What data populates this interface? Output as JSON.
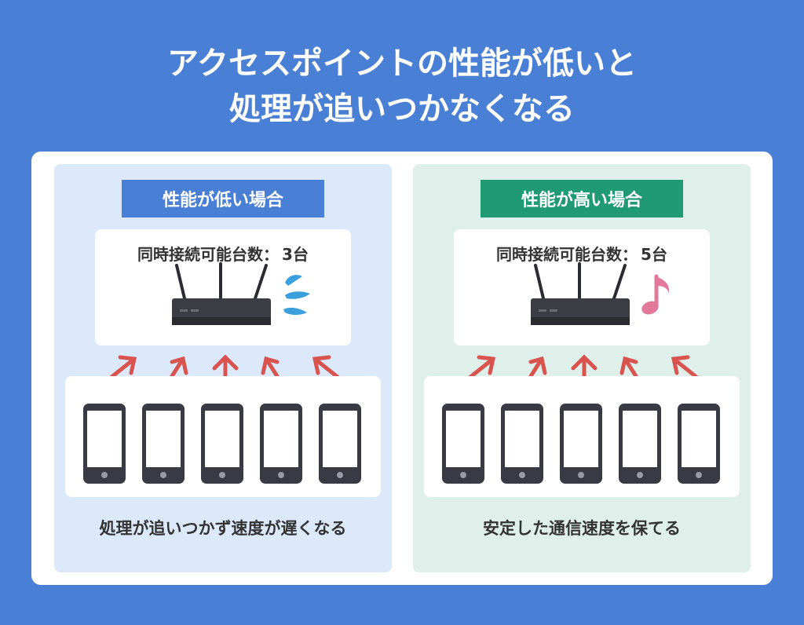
{
  "title": {
    "line1": "アクセスポイントの性能が低いと",
    "line2": "処理が追いつかなくなる"
  },
  "panels": {
    "low": {
      "badge": "性能が低い場合",
      "connections_label": "同時接続可能台数：",
      "connections_value": "3台",
      "caption": "処理が追いつかず速度が遅くなる",
      "badge_color": "#4a7fd6",
      "deco_icon": "sweat-drops-icon"
    },
    "high": {
      "badge": "性能が高い場合",
      "connections_label": "同時接続可能台数：",
      "connections_value": "5台",
      "caption": "安定した通信速度を保てる",
      "badge_color": "#1f9a72",
      "deco_icon": "music-note-icon"
    }
  },
  "colors": {
    "background": "#4a7fd6",
    "arrow": "#d9534f",
    "device": "#3a3a44"
  }
}
